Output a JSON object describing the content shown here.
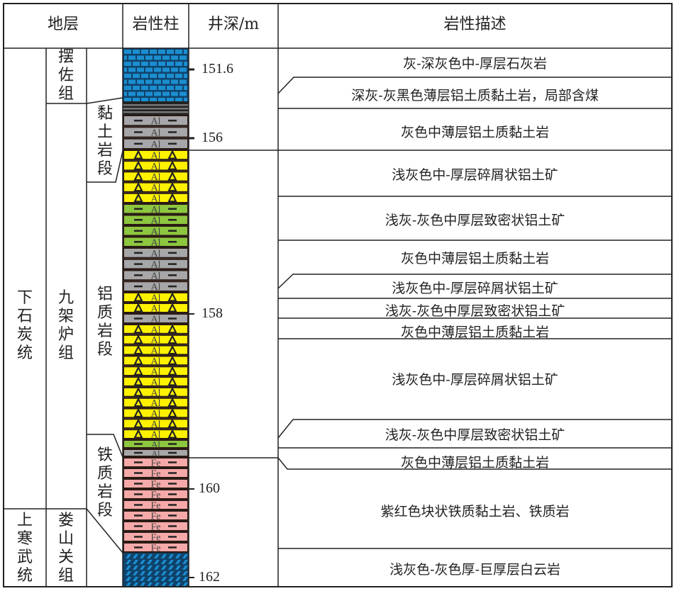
{
  "header": {
    "strata": "地层",
    "lithology_column": "岩性柱",
    "depth": "井深/m",
    "description": "岩性描述"
  },
  "series": [
    "下石炭统",
    "上寒武统"
  ],
  "formations": [
    "摆佐组",
    "九架炉组",
    "娄山关组"
  ],
  "members": [
    "黏土岩段",
    "铝质岩段",
    "铁质岩段"
  ],
  "depth_ticks": [
    "151.6",
    "156",
    "158",
    "160",
    "162"
  ],
  "pattern_labels": {
    "al": "Al",
    "fe": "Fe"
  },
  "colors": {
    "limestone": "#1b8ed0",
    "coal": "#3a3a3a",
    "gray": "#a7a7a9",
    "yellow": "#fff200",
    "green": "#8dc63f",
    "pink": "#f5aaa9",
    "dolomite": "#1b8ed0"
  },
  "layers": [
    {
      "type": "limestone",
      "rows": 1
    },
    {
      "type": "coal",
      "rows": 1
    },
    {
      "type": "gray",
      "rows": 3
    },
    {
      "type": "yellow",
      "rows": 5
    },
    {
      "type": "green",
      "rows": 4
    },
    {
      "type": "gray",
      "rows": 4
    },
    {
      "type": "yellow",
      "rows": 2
    },
    {
      "type": "gray",
      "rows": 1
    },
    {
      "type": "yellow",
      "rows": 11
    },
    {
      "type": "green",
      "rows": 1
    },
    {
      "type": "gray",
      "rows": 1
    },
    {
      "type": "pink",
      "rows": 9
    },
    {
      "type": "dolomite",
      "rows": 1
    }
  ],
  "descriptions": [
    "灰-深灰色中-厚层石灰岩",
    "深灰-灰黑色薄层铝土质黏土岩，局部含煤",
    "灰色中薄层铝土质黏土岩",
    "浅灰色中-厚层碎屑状铝土矿",
    "浅灰-灰色中厚层致密状铝土矿",
    "灰色中薄层铝土质黏土岩",
    "浅灰色中-厚层碎屑状铝土矿",
    "浅灰-灰色中厚层致密状铝土矿",
    "灰色中薄层铝土质黏土岩",
    "浅灰色中-厚层碎屑状铝土矿",
    "浅灰-灰色中厚层致密状铝土矿",
    "灰色中薄层铝土质黏土岩",
    "紫红色块状铁质黏土岩、铁质岩",
    "浅灰色-灰色厚-巨厚层白云岩"
  ]
}
